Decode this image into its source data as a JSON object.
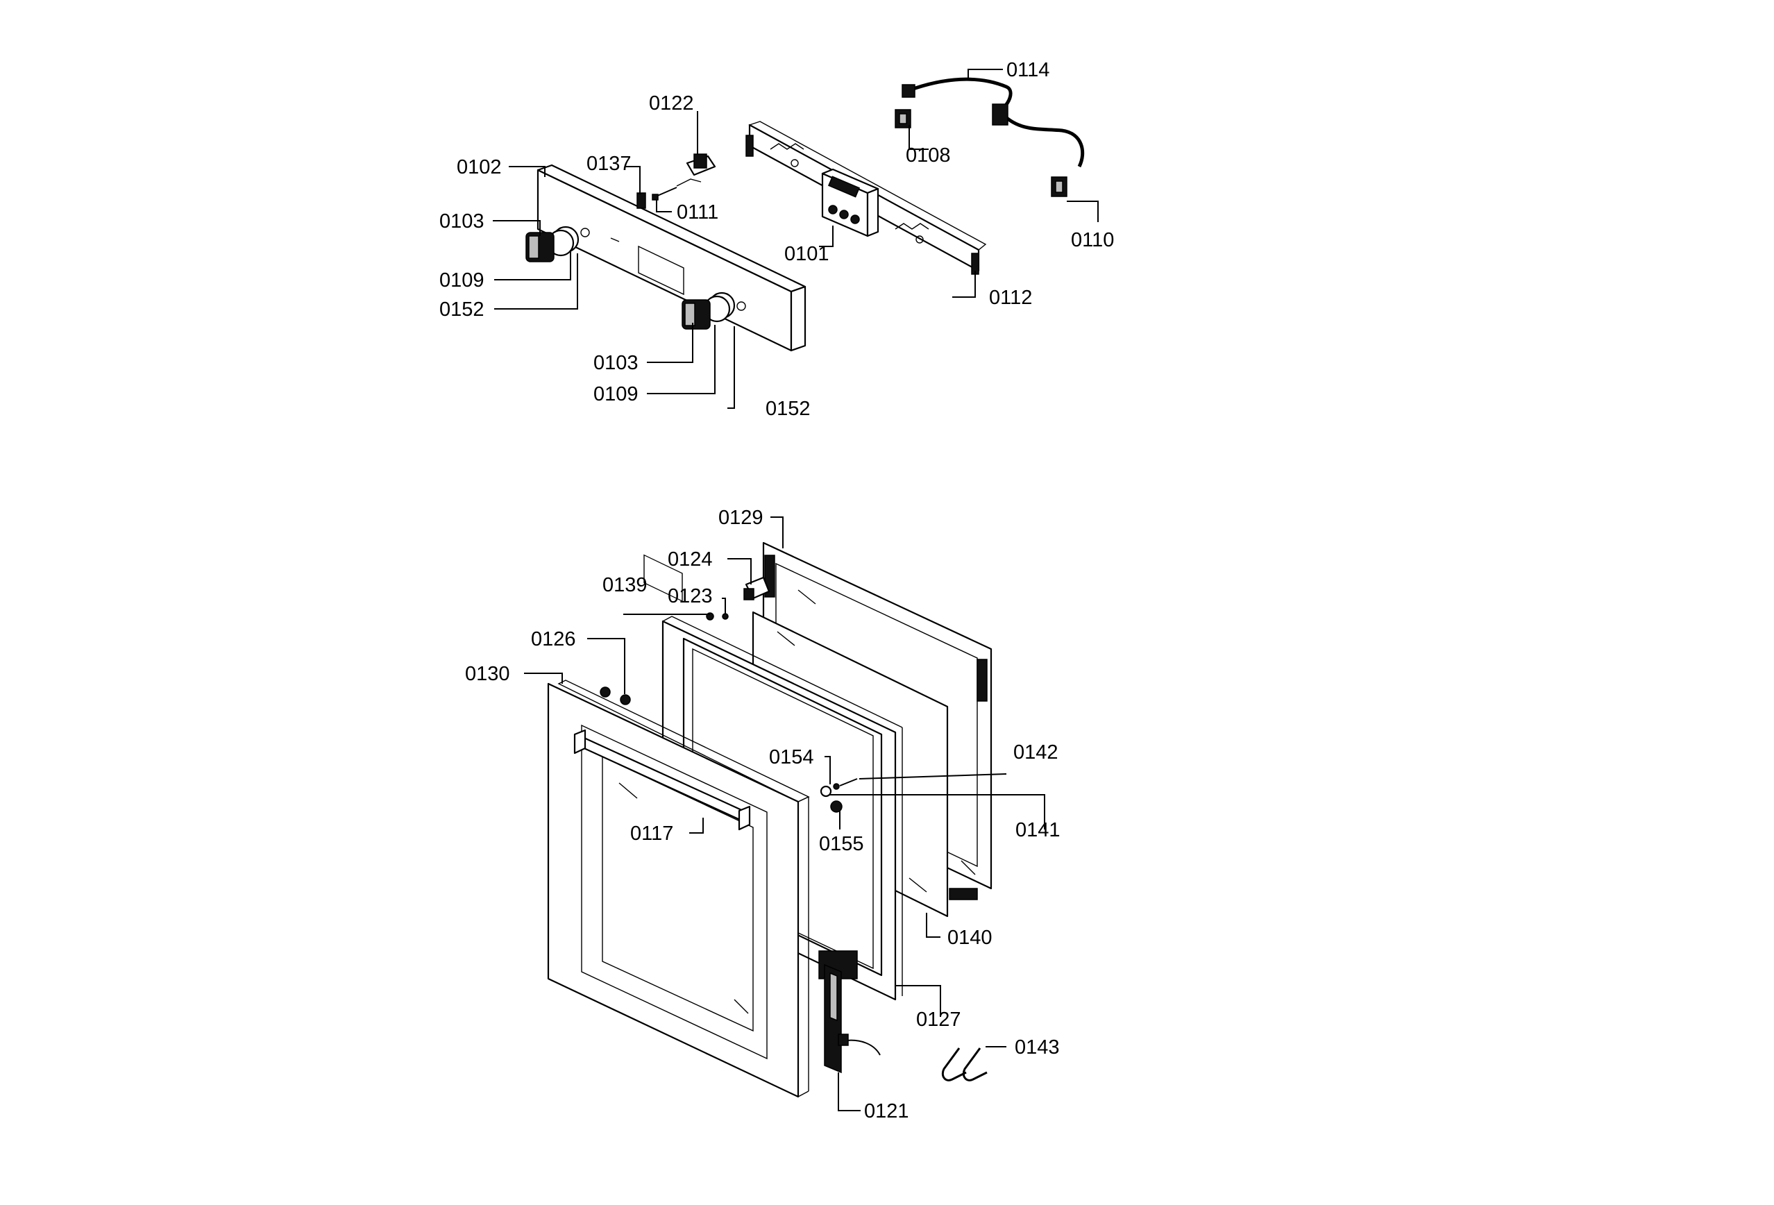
{
  "diagram": {
    "labels": [
      {
        "id": "0102",
        "text": "0102"
      },
      {
        "id": "0103a",
        "text": "0103"
      },
      {
        "id": "0109a",
        "text": "0109"
      },
      {
        "id": "0152a",
        "text": "0152"
      },
      {
        "id": "0103b",
        "text": "0103"
      },
      {
        "id": "0109b",
        "text": "0109"
      },
      {
        "id": "0152b",
        "text": "0152"
      },
      {
        "id": "0137",
        "text": "0137"
      },
      {
        "id": "0122",
        "text": "0122"
      },
      {
        "id": "0111",
        "text": "0111"
      },
      {
        "id": "0101",
        "text": "0101"
      },
      {
        "id": "0112",
        "text": "0112"
      },
      {
        "id": "0114",
        "text": "0114"
      },
      {
        "id": "0108",
        "text": "0108"
      },
      {
        "id": "0110",
        "text": "0110"
      },
      {
        "id": "0129",
        "text": "0129"
      },
      {
        "id": "0124",
        "text": "0124"
      },
      {
        "id": "0139",
        "text": "0139"
      },
      {
        "id": "0123",
        "text": "0123"
      },
      {
        "id": "0126",
        "text": "0126"
      },
      {
        "id": "0130",
        "text": "0130"
      },
      {
        "id": "0154",
        "text": "0154"
      },
      {
        "id": "0142",
        "text": "0142"
      },
      {
        "id": "0141",
        "text": "0141"
      },
      {
        "id": "0155",
        "text": "0155"
      },
      {
        "id": "0117",
        "text": "0117"
      },
      {
        "id": "0140",
        "text": "0140"
      },
      {
        "id": "0127",
        "text": "0127"
      },
      {
        "id": "0143",
        "text": "0143"
      },
      {
        "id": "0121",
        "text": "0121"
      }
    ]
  }
}
